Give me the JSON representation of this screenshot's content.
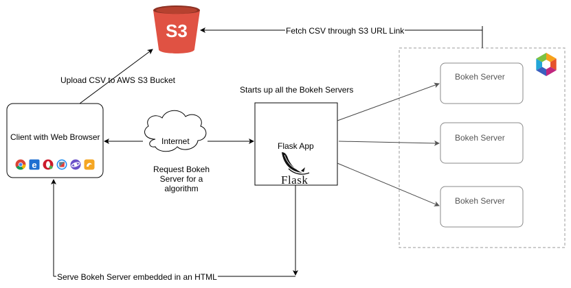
{
  "nodes": {
    "s3": {
      "logo_text": "S3",
      "color": "#e05243",
      "color_dark": "#8c3123"
    },
    "client": {
      "label": "Client with Web Browser"
    },
    "internet": {
      "label": "Internet"
    },
    "flask": {
      "label": "Flask App",
      "logo_word": "Flask"
    },
    "bokeh_servers": [
      {
        "label": "Bokeh Server"
      },
      {
        "label": "Bokeh Server"
      },
      {
        "label": "Bokeh Server"
      }
    ]
  },
  "edges": {
    "upload": "Upload CSV to AWS S3 Bucket",
    "fetch": "Fetch CSV through S3 URL Link",
    "startup": "Starts up all the Bokeh Servers",
    "request": [
      "Request Bokeh",
      "Server for a",
      "algorithm"
    ],
    "serve": "Serve Bokeh Server embedded in an HTML"
  },
  "browser_icons": [
    "chrome-icon",
    "edge-icon",
    "opera-icon",
    "safari-icon",
    "firefox-icon",
    "uc-browser-icon"
  ],
  "colors": {
    "stroke": "#000000",
    "bokeh_border": "#888888",
    "container_dash": "#999999"
  }
}
